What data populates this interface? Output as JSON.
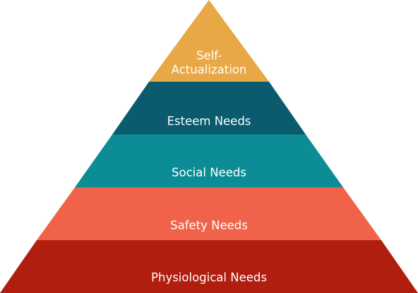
{
  "tiers": [
    {
      "label_lines": [
        "Self-",
        "Actualization"
      ],
      "color": "#E8A845"
    },
    {
      "label_lines": [
        "Esteem Needs"
      ],
      "color": "#0A5B6E"
    },
    {
      "label_lines": [
        "Social Needs"
      ],
      "color": "#0C8C95"
    },
    {
      "label_lines": [
        "Safety Needs"
      ],
      "color": "#F0634A"
    },
    {
      "label_lines": [
        "Physiological Needs"
      ],
      "color": "#B01E10"
    }
  ]
}
